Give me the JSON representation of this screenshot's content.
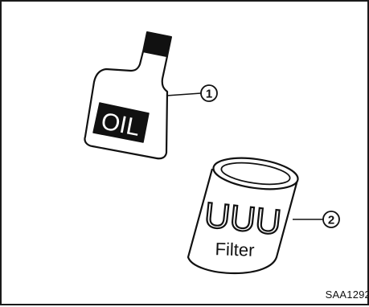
{
  "diagram": {
    "bottle_label": "OIL",
    "filter_label": "Filter",
    "filter_marks": "UUU",
    "callout_1": "1",
    "callout_2": "2",
    "figure_code": "SAA1292"
  },
  "colors": {
    "ink": "#111111",
    "background": "#ffffff"
  },
  "icons": [
    "oil-bottle-icon",
    "oil-filter-icon"
  ]
}
